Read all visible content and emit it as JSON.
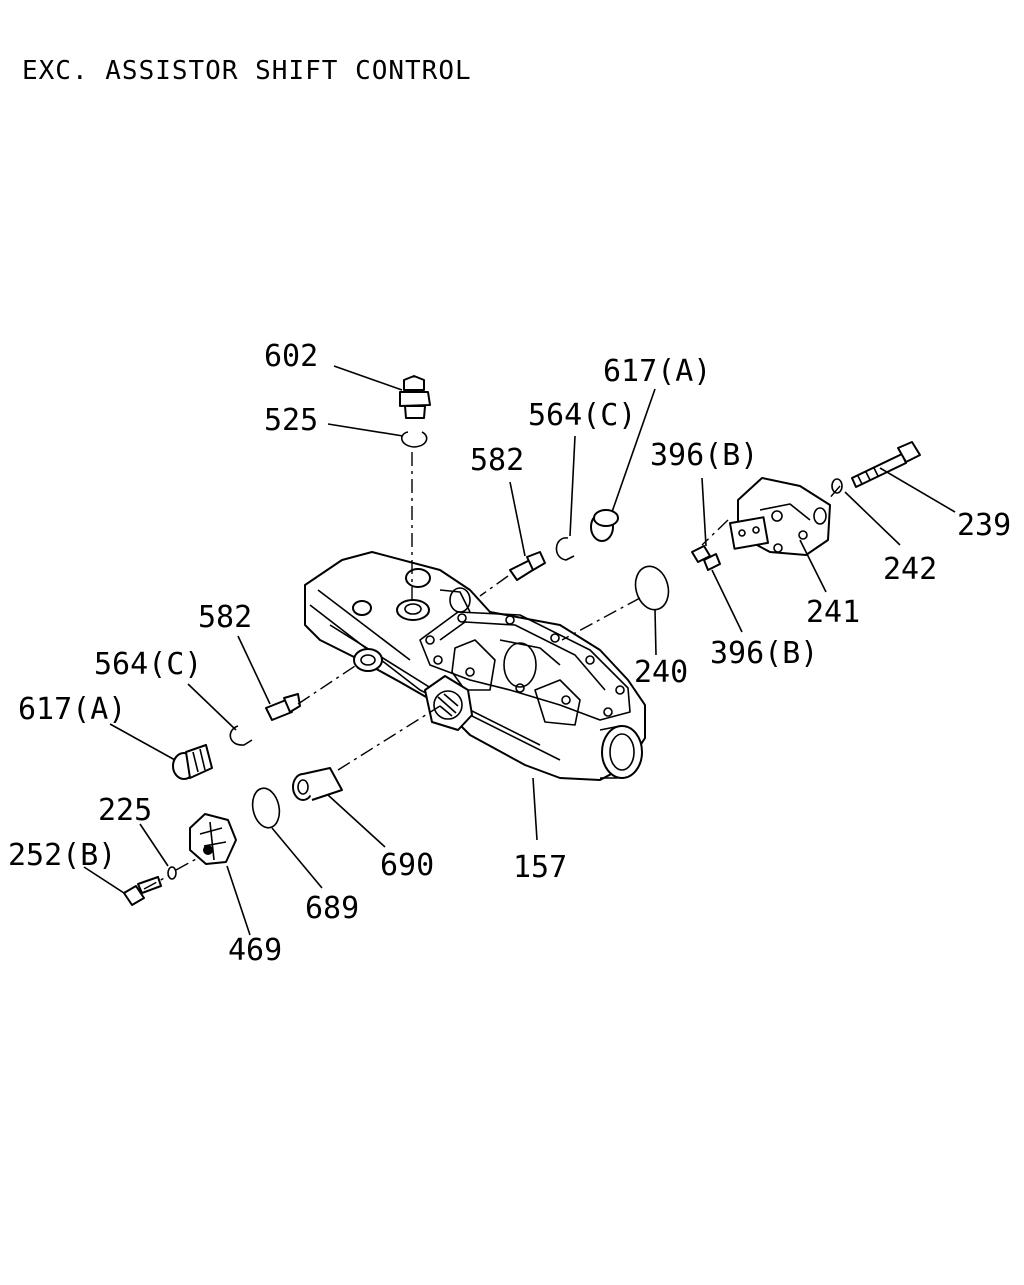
{
  "title": "EXC. ASSISTOR SHIFT CONTROL",
  "callouts": {
    "c602": "602",
    "c525": "525",
    "c617a_top": "617(A)",
    "c564c_top": "564(C)",
    "c582_top": "582",
    "c396b_top": "396(B)",
    "c239": "239",
    "c242": "242",
    "c241": "241",
    "c396b_bottom": "396(B)",
    "c240": "240",
    "c582_left": "582",
    "c564c_left": "564(C)",
    "c617a_left": "617(A)",
    "c225": "225",
    "c252b": "252(B)",
    "c469": "469",
    "c689": "689",
    "c690": "690",
    "c157": "157"
  }
}
